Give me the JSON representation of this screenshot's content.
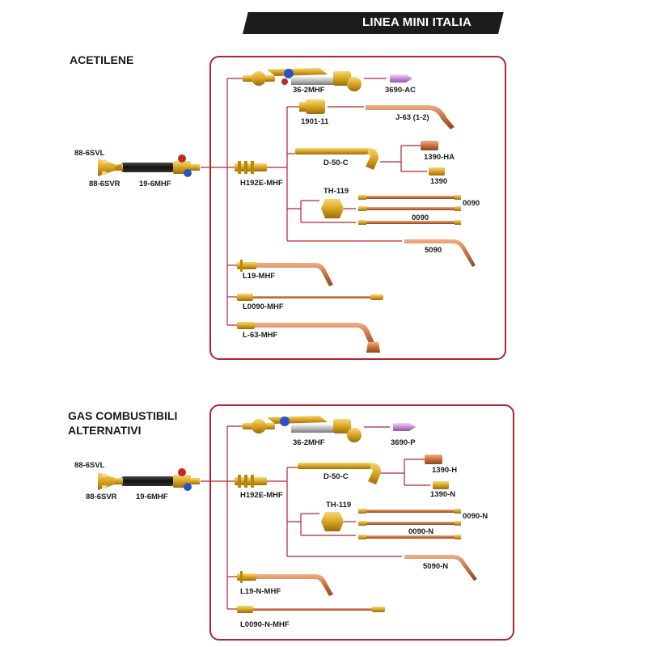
{
  "header": {
    "title": "LINEA MINI ITALIA"
  },
  "colors": {
    "frame": "#b5232e",
    "brass": "#d9a520",
    "copper": "#c8703a",
    "header_bg": "#1c1c1c"
  },
  "section1": {
    "title": "ACETILENE",
    "handle": {
      "left_valve": "88-6SVL",
      "right_valve": "88-6SVR",
      "handle": "19-6MHF"
    },
    "items": {
      "cutting": "36-2MHF",
      "cutting_tip": "3690-AC",
      "tip1": "1901-11",
      "ext1": "J-63 (1-2)",
      "mixer": "H192E-MHF",
      "nozzle": "D-50-C",
      "tip_ha": "1390-HA",
      "tip_plain": "1390",
      "th": "TH-119",
      "th_top": "0090",
      "th_bottom": "0090",
      "bent": "5090",
      "l19": "L19-MHF",
      "l0090": "L0090-MHF",
      "l63": "L-63-MHF"
    }
  },
  "section2": {
    "title_line1": "GAS COMBUSTIBILI",
    "title_line2": "ALTERNATIVI",
    "handle": {
      "left_valve": "88-6SVL",
      "right_valve": "88-6SVR",
      "handle": "19-6MHF"
    },
    "items": {
      "cutting": "36-2MHF",
      "cutting_tip": "3690-P",
      "mixer": "H192E-MHF",
      "nozzle": "D-50-C",
      "tip_h": "1390-H",
      "tip_n": "1390-N",
      "th": "TH-119",
      "th_top": "0090-N",
      "th_bottom": "0090-N",
      "bent": "5090-N",
      "l19": "L19-N-MHF",
      "l0090": "L0090-N-MHF"
    }
  }
}
